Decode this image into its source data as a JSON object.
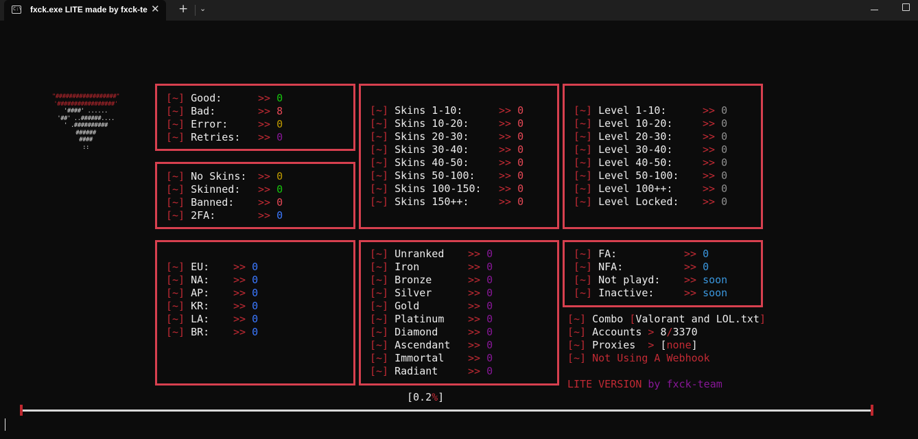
{
  "window": {
    "tab_title": "fxck.exe LITE made by fxck-te",
    "tab_icon": "terminal-icon",
    "close_glyph": "✕",
    "new_tab_glyph": "+",
    "dropdown_glyph": "⌄"
  },
  "logo": {
    "rows": [
      "\"##################\"",
      "'#################'",
      "'####' ......",
      "'##' ..######....",
      "' .##########",
      "######",
      "####",
      "::"
    ]
  },
  "bracket": "[~]",
  "arrow": ">>",
  "status": [
    {
      "label": "Good:",
      "value": "0"
    },
    {
      "label": "Bad:",
      "value": "8"
    },
    {
      "label": "Error:",
      "value": "0"
    },
    {
      "label": "Retries:",
      "value": "0"
    }
  ],
  "account_state": [
    {
      "label": "No Skins:",
      "value": "0"
    },
    {
      "label": "Skinned:",
      "value": "0"
    },
    {
      "label": "Banned:",
      "value": "0"
    },
    {
      "label": "2FA:",
      "value": "0"
    }
  ],
  "skins": [
    {
      "label": "Skins 1-10:",
      "value": "0"
    },
    {
      "label": "Skins 10-20:",
      "value": "0"
    },
    {
      "label": "Skins 20-30:",
      "value": "0"
    },
    {
      "label": "Skins 30-40:",
      "value": "0"
    },
    {
      "label": "Skins 40-50:",
      "value": "0"
    },
    {
      "label": "Skins 50-100:",
      "value": "0"
    },
    {
      "label": "Skins 100-150:",
      "value": "0"
    },
    {
      "label": "Skins 150++:",
      "value": "0"
    }
  ],
  "levels": [
    {
      "label": "Level 1-10:",
      "value": "0"
    },
    {
      "label": "Level 10-20:",
      "value": "0"
    },
    {
      "label": "Level 20-30:",
      "value": "0"
    },
    {
      "label": "Level 30-40:",
      "value": "0"
    },
    {
      "label": "Level 40-50:",
      "value": "0"
    },
    {
      "label": "Level 50-100:",
      "value": "0"
    },
    {
      "label": "Level 100++:",
      "value": "0"
    },
    {
      "label": "Level Locked:",
      "value": "0"
    }
  ],
  "regions": [
    {
      "label": "EU:",
      "value": "0"
    },
    {
      "label": "NA:",
      "value": "0"
    },
    {
      "label": "AP:",
      "value": "0"
    },
    {
      "label": "KR:",
      "value": "0"
    },
    {
      "label": "LA:",
      "value": "0"
    },
    {
      "label": "BR:",
      "value": "0"
    }
  ],
  "ranks": [
    {
      "label": "Unranked",
      "value": "0"
    },
    {
      "label": "Iron",
      "value": "0"
    },
    {
      "label": "Bronze",
      "value": "0"
    },
    {
      "label": "Silver",
      "value": "0"
    },
    {
      "label": "Gold",
      "value": "0"
    },
    {
      "label": "Platinum",
      "value": "0"
    },
    {
      "label": "Diamond",
      "value": "0"
    },
    {
      "label": "Ascendant",
      "value": "0"
    },
    {
      "label": "Immortal",
      "value": "0"
    },
    {
      "label": "Radiant",
      "value": "0"
    }
  ],
  "access": [
    {
      "label": "FA:",
      "value": "0"
    },
    {
      "label": "NFA:",
      "value": "0"
    },
    {
      "label": "Not playd:",
      "value": "soon"
    },
    {
      "label": "Inactive:",
      "value": "soon"
    }
  ],
  "info": {
    "combo_label": "Combo",
    "combo_open": "[",
    "combo_value": "Valorant and LOL.txt",
    "combo_close": "]",
    "accounts_label": "Accounts",
    "accounts_sep": ">",
    "accounts_checked": "8",
    "accounts_slash": "/",
    "accounts_total": "3370",
    "proxies_label": "Proxies",
    "proxies_sep": ">",
    "proxies_open": "[",
    "proxies_value": "none",
    "proxies_close": "]",
    "webhook_text": "Not Using A Webhook",
    "edition": "LITE VERSION",
    "by_word": "by",
    "team": "fxck-team"
  },
  "progress": {
    "open": "[",
    "value": "0.2",
    "pct": "%",
    "close": "]",
    "fraction": 0.002
  },
  "colors": {
    "panel_border": "#d7404f",
    "bracket": "#c22a34",
    "background": "#0c0c0c",
    "good": "#16c60c",
    "bad": "#e74856",
    "error": "#c19c00",
    "retries": "#881798",
    "region": "#3b78ff",
    "rank": "#881798",
    "level": "#8e8e8e",
    "access": "#3a96dd"
  }
}
